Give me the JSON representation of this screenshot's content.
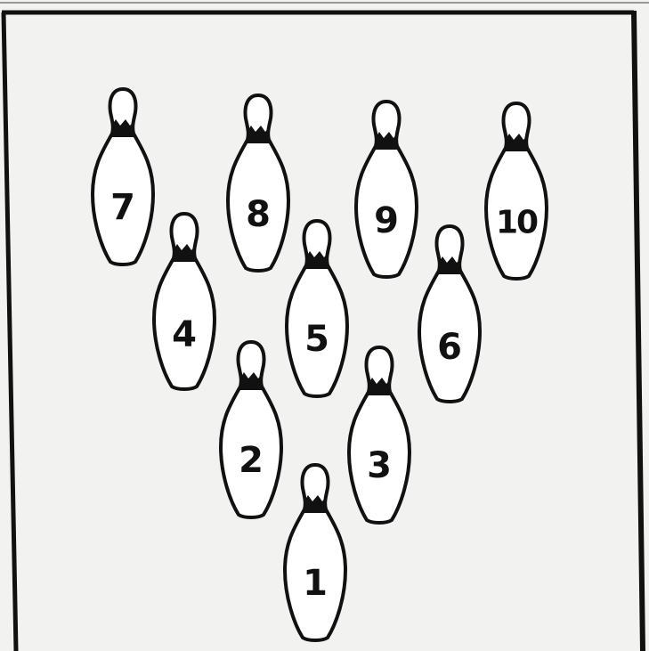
{
  "diagram": {
    "pins": [
      {
        "number": "1"
      },
      {
        "number": "2"
      },
      {
        "number": "3"
      },
      {
        "number": "4"
      },
      {
        "number": "5"
      },
      {
        "number": "6"
      },
      {
        "number": "7"
      },
      {
        "number": "8"
      },
      {
        "number": "9"
      },
      {
        "number": "10"
      }
    ]
  },
  "colors": {
    "paper": "#f2f2f0",
    "ink": "#111111",
    "pin_fill": "#ffffff"
  }
}
